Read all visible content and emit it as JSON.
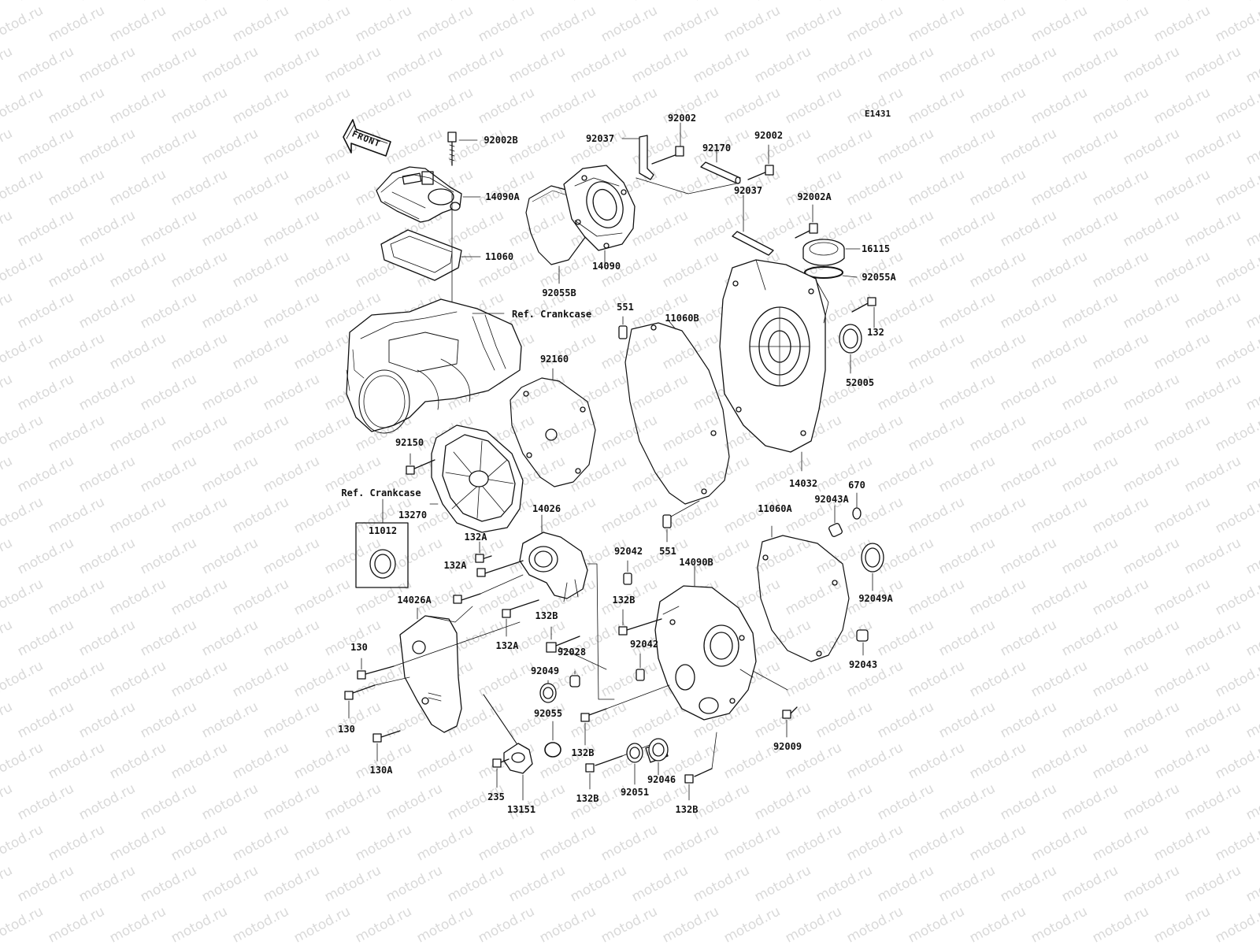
{
  "diagram": {
    "code": "E1431",
    "front_label": "FRONT",
    "watermark": "motod.ru",
    "ref_crankcase_top": "Ref. Crankcase",
    "ref_crankcase_left": "Ref. Crankcase",
    "parts": {
      "p92002B": "92002B",
      "p14090A": "14090A",
      "p11060": "11060",
      "p92037_top": "92037",
      "p92002_a": "92002",
      "p92002_b": "92002",
      "p92170": "92170",
      "p14090": "14090",
      "p92055B": "92055B",
      "p92002A": "92002A",
      "p92037_mid": "92037",
      "p16115": "16115",
      "p92055A": "92055A",
      "p132": "132",
      "p52005": "52005",
      "p551_top": "551",
      "p11060B": "11060B",
      "p92160": "92160",
      "p92150": "92150",
      "p14032": "14032",
      "p670": "670",
      "p92043A": "92043A",
      "p11060A": "11060A",
      "p551_bot": "551",
      "p13270": "13270",
      "p14026": "14026",
      "p11012": "11012",
      "p132A_1": "132A",
      "p132A_2": "132A",
      "p132A_3": "132A",
      "p92042_a": "92042",
      "p14090B": "14090B",
      "p92049A": "92049A",
      "p14026A": "14026A",
      "p132B_1": "132B",
      "p132B_2": "132B",
      "p92042_b": "92042",
      "p92028": "92028",
      "p92043": "92043",
      "p130_1": "130",
      "p130_2": "130",
      "p92049": "92049",
      "p92055": "92055",
      "p92009": "92009",
      "p130A": "130A",
      "p132B_3": "132B",
      "p92046": "92046",
      "p92051": "92051",
      "p235": "235",
      "p13151": "13151",
      "p132B_4": "132B",
      "p132B_5": "132B"
    }
  }
}
